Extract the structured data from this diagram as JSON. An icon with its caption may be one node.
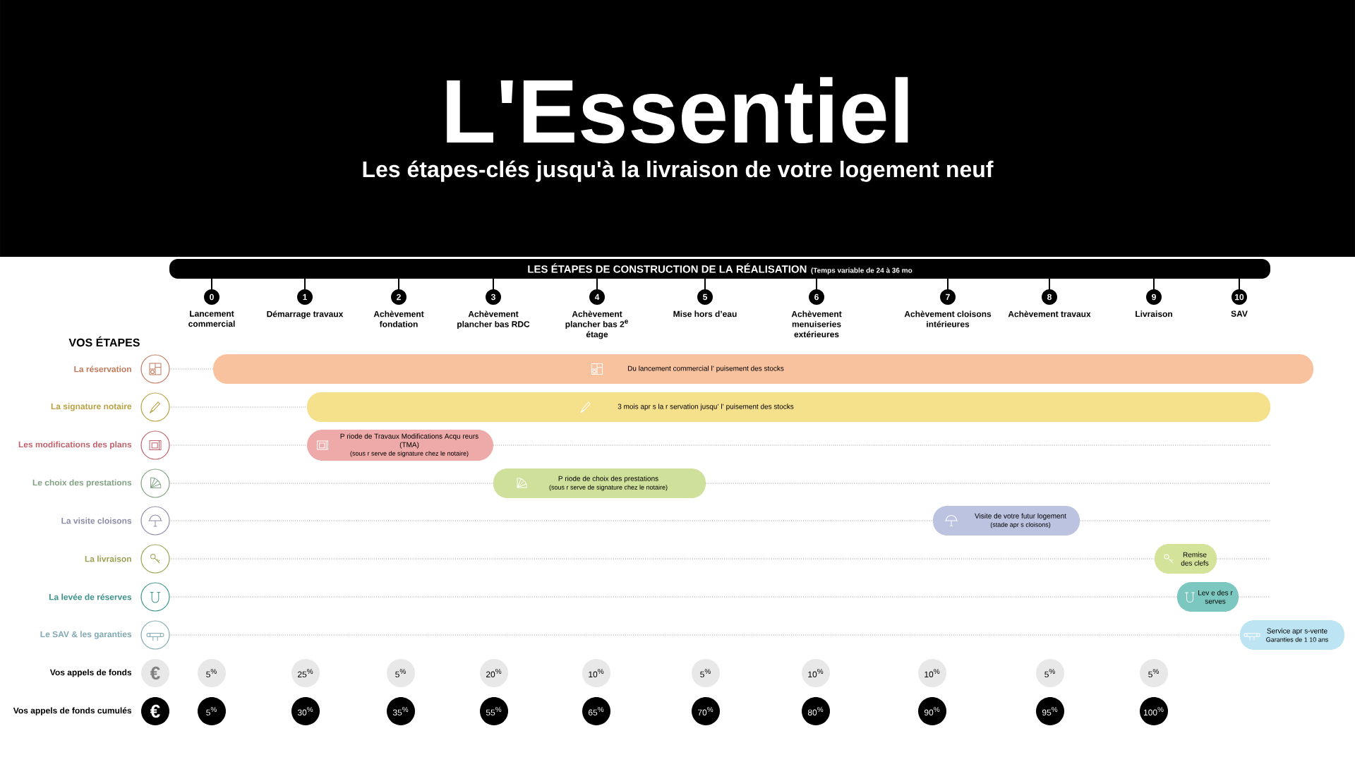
{
  "diagram": {
    "title": "L'Essentiel",
    "nodes": [
      {
        "text": [
          "LES ÉTAPES DE CONSTRUCTION DE LA RÉALISATION",
          "(Temps variable de 24 à 36 mo"
        ]
      },
      {
        "text": [
          "0"
        ],
        "beside": [
          "Lancement commercial"
        ]
      },
      {
        "text": [
          "1"
        ],
        "beside": [
          "Démarrage travaux"
        ]
      },
      {
        "text": [
          "2"
        ],
        "beside": [
          "Achèvement fondation"
        ]
      },
      {
        "text": [
          "3"
        ],
        "beside": [
          "Achèvement plancher bas RDC"
        ]
      },
      {
        "text": [
          "4"
        ],
        "beside": [
          "Achèvement plancher bas 2$^{e}$ étage"
        ]
      },
      {
        "text": [
          "5"
        ],
        "beside": [
          "Mise hors d’eau"
        ]
      },
      {
        "text": [
          "6"
        ],
        "beside": [
          "Achèvement menuiseries extérieures"
        ]
      },
      {
        "text": [
          "7"
        ],
        "beside": [
          "Achèvement cloisons intérieures"
        ]
      },
      {
        "text": [
          "8"
        ],
        "beside": [
          "Achèvement travaux"
        ]
      },
      {
        "text": [
          "9"
        ],
        "beside": [
          "Livraison"
        ]
      },
      {
        "text": [
          "10"
        ],
        "beside": [
          "SAV"
        ]
      },
      {
        "text": [
          "Du lancement commercial l’ puisement des stocks"
        ]
      },
      {
        "text": [
          "3 mois apr s la r servation jusqu’ l’ puisement des stocks"
        ]
      },
      {
        "text": [
          "P riode de Travaux Modifications Acqu reurs (TMA)",
          "(sous r serve de signature chez le notaire)"
        ]
      },
      {
        "text": [
          "P riode de choix des prestations",
          "(sous r serve de signature chez le notaire)"
        ]
      },
      {
        "text": [
          "Visite de votre futur logement",
          "(stade apr s cloisons)"
        ]
      },
      {
        "text": [
          "Remise des clefs"
        ]
      },
      {
        "text": [
          "Lev e des r serves"
        ]
      },
      {
        "text": [
          "Service apr s-vente",
          "Garanties de 1 10 ans"
        ]
      },
      {
        "text": [
          "€"
        ]
      },
      {
        "text": [
          "5$^{%}$"
        ]
      },
      {
        "text": [
          "25$^{%}$"
        ]
      },
      {
        "text": [
          "5$^{%}$"
        ]
      },
      {
        "text": [
          "20$^{%}$"
        ]
      },
      {
        "text": [
          "10$^{%}$"
        ]
      },
      {
        "text": [
          "5$^{%}$"
        ]
      },
      {
        "text": [
          "10$^{%}$"
        ]
      },
      {
        "text": [
          "10$^{%}$"
        ]
      },
      {
        "text": [
          "5$^{%}$"
        ]
      },
      {
        "text": [
          "5$^{%}$"
        ]
      },
      {
        "text": [
          "€"
        ]
      },
      {
        "text": [
          "5$^{%}$"
        ]
      },
      {
        "text": [
          "30$^{%}$"
        ]
      },
      {
        "text": [
          "35$^{%}$"
        ]
      },
      {
        "text": [
          "55$^{%}$"
        ]
      },
      {
        "text": [
          "65$^{%}$"
        ]
      },
      {
        "text": [
          "70$^{%}$"
        ]
      },
      {
        "text": [
          "80$^{%}$"
        ]
      },
      {
        "text": [
          "90$^{%}$"
        ]
      },
      {
        "text": [
          "95$^{%}$"
        ]
      },
      {
        "text": [
          "100$^{%}$"
        ]
      }
    ],
    "labels": [
      "Les étapes-clés jusqu'à la livraison de votre logement neuf",
      "VOS ÉTAPES",
      "La réservation",
      "La signature notaire",
      "Les modifications des plans",
      "Le choix des prestations",
      "La visite cloisons",
      "La livraison",
      "La levée de réserves",
      "Le SAV & les garanties",
      "Vos appels de fonds",
      "Vos appels de fonds cumulés"
    ]
  }
}
